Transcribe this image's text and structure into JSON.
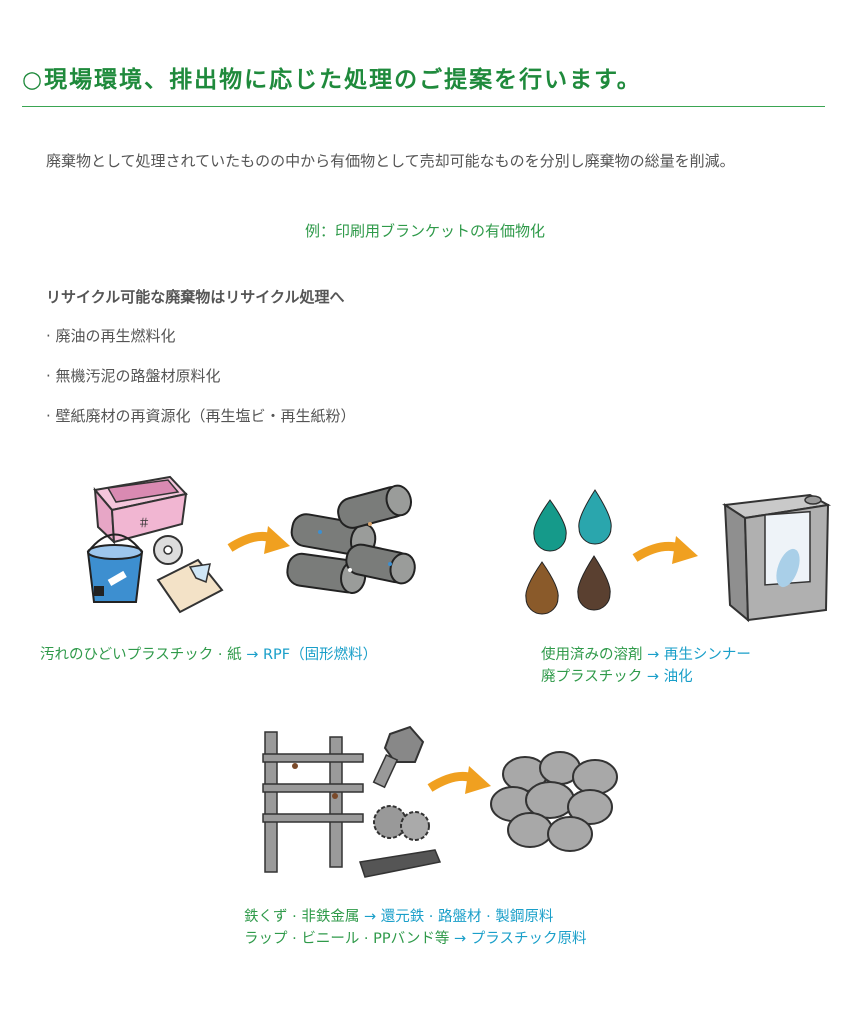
{
  "heading": {
    "title": "○現場環境、排出物に応じた処理のご提案を行います。"
  },
  "intro": {
    "text": "廃棄物として処理されていたものの中から有価物として売却可能なものを分別し廃棄物の総量を削減。",
    "example": "例：印刷用ブランケットの有価物化"
  },
  "recycle": {
    "title": "リサイクル可能な廃棄物はリサイクル処理へ",
    "items": [
      "· 廃油の再生燃料化",
      "· 無機汚泥の路盤材原料化",
      "· 壁紙廃材の再資源化（再生塩ビ・再生紙粉）"
    ]
  },
  "examples": {
    "plastic": {
      "source": "汚れのひどいプラスチック · 紙",
      "arrow": "→",
      "result": "RPF（固形燃料）"
    },
    "solvent": {
      "line1_source": "使用済みの溶剤",
      "line1_arrow": "→",
      "line1_result": "再生シンナー",
      "line2_source": "廃プラスチック",
      "line2_arrow": "→",
      "line2_result": "油化"
    },
    "metal": {
      "line1_source": "鉄くず · 非鉄金属",
      "line1_arrow": "→",
      "line1_result": "還元鉄 · 路盤材 · 製鋼原料",
      "line2_source": "ラップ · ビニール · PPバンド等",
      "line2_arrow": "→",
      "line2_result": "プラスチック原料"
    }
  },
  "colors": {
    "green": "#2f9a4a",
    "blue": "#1a9fc9",
    "arrow": "#f0a020"
  }
}
